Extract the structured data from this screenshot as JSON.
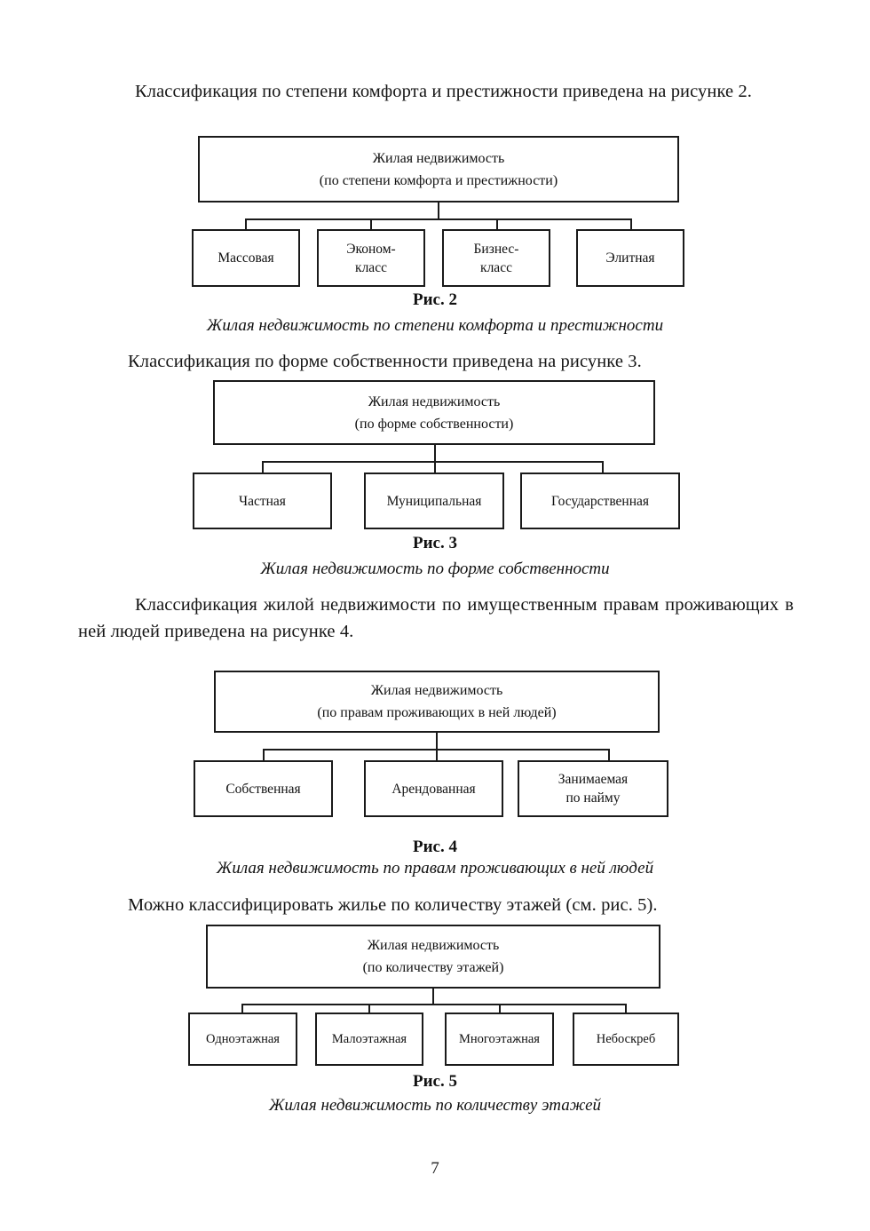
{
  "document": {
    "page_number": "7",
    "language": "ru"
  },
  "paragraphs": [
    {
      "id": "p1",
      "text": "Классификация по степени комфорта и престижности приведена на рисунке 2."
    },
    {
      "id": "p2",
      "text": "Классификация по форме собственности приведена на рисунке 3."
    },
    {
      "id": "p3",
      "text": "Классификация жилой недвижимости по имущественным правам проживающих в ней людей приведена на рисунке 4."
    },
    {
      "id": "p4",
      "text": "Можно классифицировать жилье по количеству этажей (см. рис. 5)."
    }
  ],
  "figures": [
    {
      "number_label": "Рис. 2",
      "caption": "Жилая недвижимость по степени комфорта и престижности",
      "root": {
        "line1": "Жилая недвижимость",
        "line2": "(по степени комфорта и престижности)"
      },
      "children": [
        {
          "line1": "Массовая",
          "line2": ""
        },
        {
          "line1": "Эконом-",
          "line2": "класс"
        },
        {
          "line1": "Бизнес-",
          "line2": "класс"
        },
        {
          "line1": "Элитная",
          "line2": ""
        }
      ]
    },
    {
      "number_label": "Рис. 3",
      "caption": "Жилая недвижимость по форме собственности",
      "root": {
        "line1": "Жилая недвижимость",
        "line2": "(по форме собственности)"
      },
      "children": [
        {
          "line1": "Частная",
          "line2": ""
        },
        {
          "line1": "Муниципальная",
          "line2": ""
        },
        {
          "line1": "Государственная",
          "line2": ""
        }
      ]
    },
    {
      "number_label": "Рис. 4",
      "caption": "Жилая недвижимость по правам проживающих в ней людей",
      "root": {
        "line1": "Жилая недвижимость",
        "line2": "(по правам проживающих в ней людей)"
      },
      "children": [
        {
          "line1": "Собственная",
          "line2": ""
        },
        {
          "line1": "Арендованная",
          "line2": ""
        },
        {
          "line1": "Занимаемая",
          "line2": "по найму"
        }
      ]
    },
    {
      "number_label": "Рис. 5",
      "caption": "Жилая недвижимость по количеству этажей",
      "root": {
        "line1": "Жилая недвижимость",
        "line2": "(по количеству этажей)"
      },
      "children": [
        {
          "line1": "Одноэтажная",
          "line2": ""
        },
        {
          "line1": "Малоэтажная",
          "line2": ""
        },
        {
          "line1": "Многоэтажная",
          "line2": ""
        },
        {
          "line1": "Небоскреб",
          "line2": ""
        }
      ]
    }
  ],
  "colors": {
    "ink": "#111111",
    "stroke": "#1a1a1a",
    "paper": "#ffffff"
  }
}
